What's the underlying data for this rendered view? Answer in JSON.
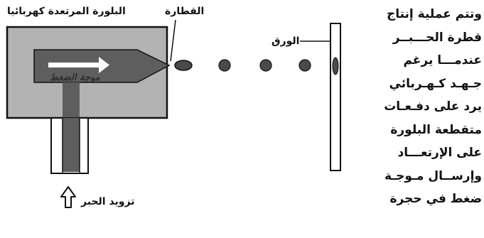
{
  "labels": {
    "crystal": "البلورة المرتعدة كهربائيا",
    "droplet": "القطارة",
    "paper": "الورق",
    "wave": "موجة الضغط",
    "ink_supply": "تزويد الحبر"
  },
  "side_text": [
    "وتتم عملية إنتاج",
    "قطرة الحـــبــر",
    "عندمـــا يرغم",
    "جـهـد كـهـربائي",
    "يرد على دفـعـات",
    "متقطعة البلورة",
    "على الإرتعـــاد",
    "وإرســال مـوجـة",
    "ضغط في حجرة"
  ],
  "colors": {
    "crystal_fill": "#b3b3b3",
    "wave_fill": "#5e5e5e",
    "ink": "#4a4a4a",
    "line": "#111111"
  },
  "icons": {
    "wave_arrow": "arrow-right-icon",
    "supply_arrow": "arrow-up-icon"
  }
}
